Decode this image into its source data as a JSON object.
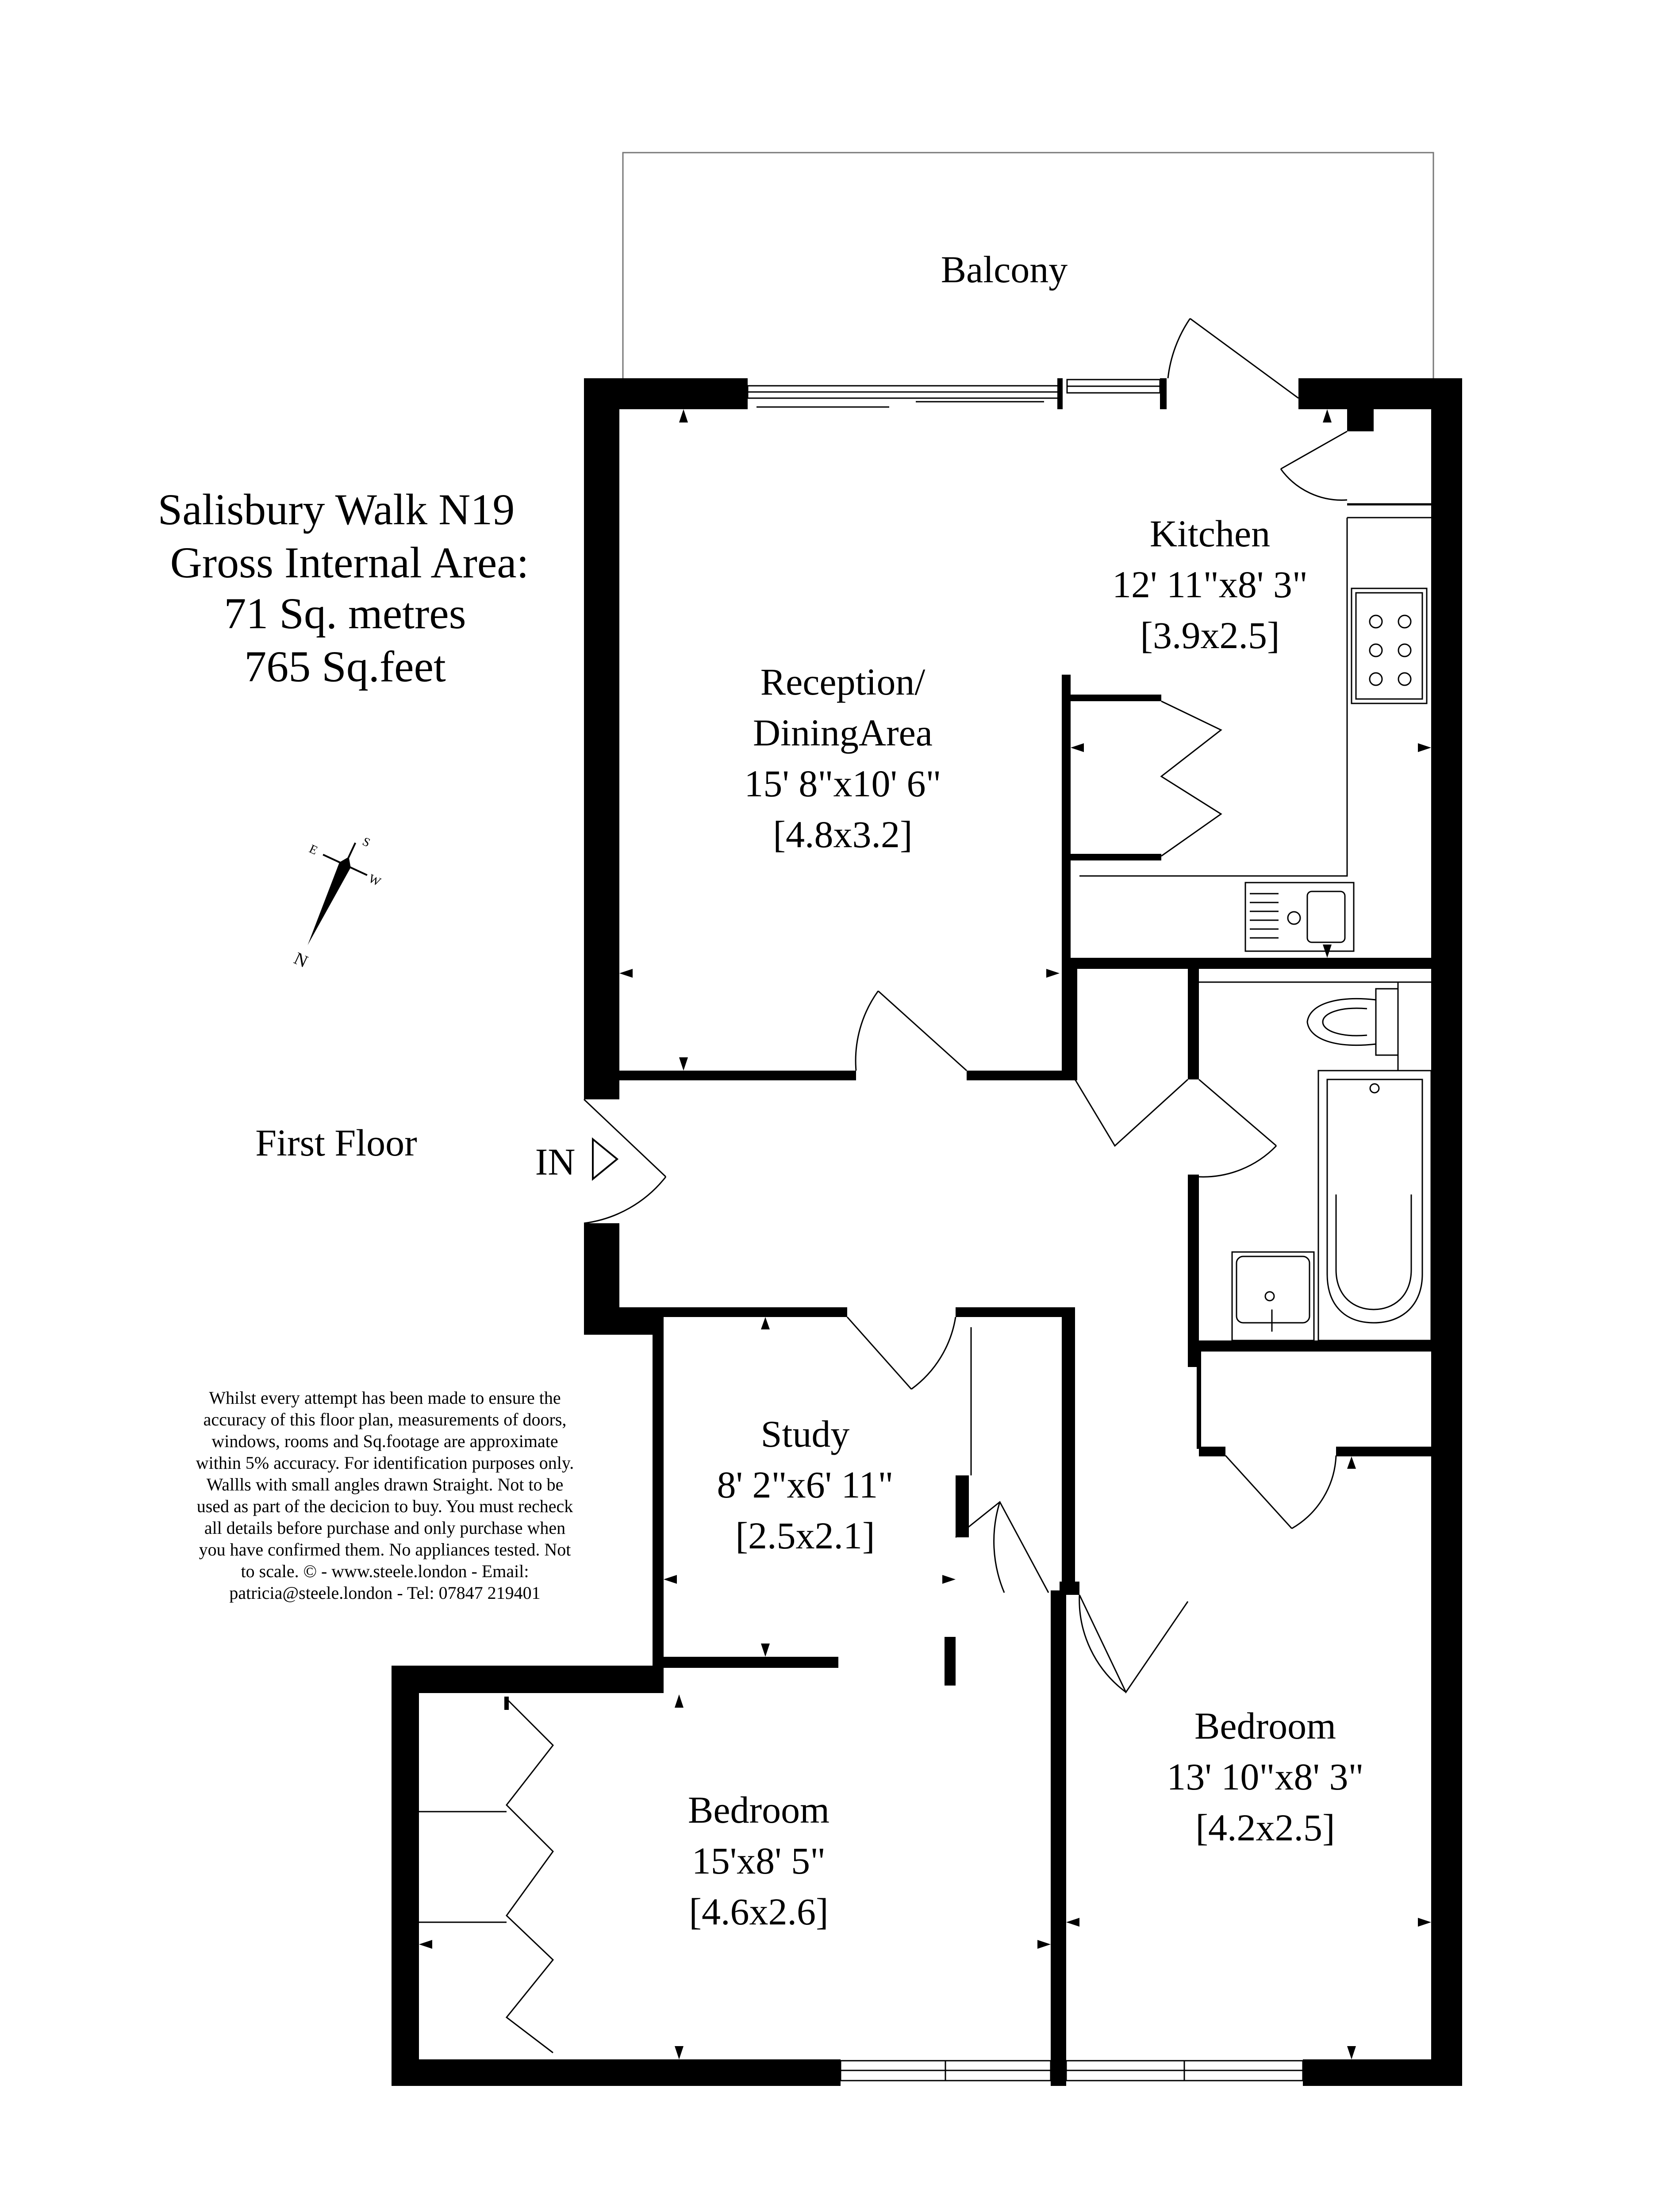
{
  "property": {
    "title": "Salisbury Walk N19",
    "area_label": "Gross Internal Area:",
    "area_metres": "71 Sq. metres",
    "area_feet": "765 Sq.feet"
  },
  "floor_label": "First Floor",
  "entrance_label": "IN",
  "rooms": {
    "balcony": {
      "name": "Balcony"
    },
    "kitchen": {
      "name": "Kitchen",
      "imperial": "12' 11\"x8' 3\"",
      "metric": "[3.9x2.5]"
    },
    "reception": {
      "name_line1": "Reception/",
      "name_line2": "DiningArea",
      "imperial": "15' 8\"x10' 6\"",
      "metric": "[4.8x3.2]"
    },
    "study": {
      "name": "Study",
      "imperial": "8' 2\"x6' 11\"",
      "metric": "[2.5x2.1]"
    },
    "bedroom1": {
      "name": "Bedroom",
      "imperial": "15'x8' 5\"",
      "metric": "[4.6x2.6]"
    },
    "bedroom2": {
      "name": "Bedroom",
      "imperial": "13' 10\"x8' 3\"",
      "metric": "[4.2x2.5]"
    }
  },
  "compass": {
    "n": "N",
    "s": "S",
    "e": "E",
    "w": "W"
  },
  "disclaimer": [
    "Whilst every attempt has been made to ensure the",
    "accuracy of this floor plan, measurements of doors,",
    "windows, rooms and Sq.footage are approximate",
    "within 5% accuracy. For identification purposes only.",
    "Wallls with small angles drawn Straight. Not to be",
    "used as part of the decicion to buy. You must recheck",
    "all details before purchase and only purchase when",
    "you have confirmed them. No appliances tested.  Not",
    "to scale. © - www.steele.london - Email:",
    "patricia@steele.london - Tel: 07847 219401"
  ]
}
